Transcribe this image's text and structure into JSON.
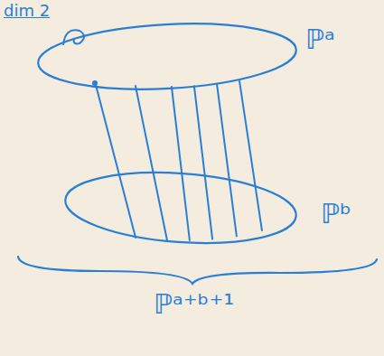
{
  "diagram": {
    "nodes": [
      {
        "text": [
          "ℙᵃ"
        ]
      },
      {
        "text": [
          "ℙᵇ"
        ]
      }
    ],
    "edges": [
      {
        "from": 0,
        "to": 1,
        "arrow": "none"
      },
      {
        "from": 0,
        "to": 1,
        "arrow": "none"
      },
      {
        "from": 0,
        "to": 1,
        "arrow": "none"
      },
      {
        "from": 0,
        "to": 1,
        "arrow": "none"
      },
      {
        "from": 0,
        "to": 1,
        "arrow": "none"
      },
      {
        "from": 0,
        "to": 1,
        "arrow": "none"
      }
    ],
    "labels": [
      "dim 2",
      "ℙᵃ⁺ᵇ⁺¹"
    ]
  }
}
